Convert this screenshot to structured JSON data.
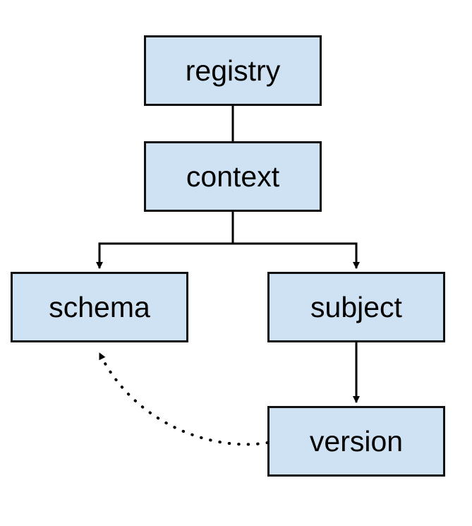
{
  "diagram": {
    "type": "entity-hierarchy",
    "background_color": "#ffffff",
    "node_fill_color": "#cfe2f3",
    "node_stroke_color": "#101010",
    "edge_color": "#000000",
    "text_color": "#000000",
    "nodes": [
      {
        "id": "registry",
        "label": "registry"
      },
      {
        "id": "context",
        "label": "context"
      },
      {
        "id": "schema",
        "label": "schema"
      },
      {
        "id": "subject",
        "label": "subject"
      },
      {
        "id": "version",
        "label": "version"
      }
    ],
    "edges": [
      {
        "from": "registry",
        "to": "context",
        "style": "solid",
        "arrow": false
      },
      {
        "from": "context",
        "to": "schema",
        "style": "solid",
        "arrow": true
      },
      {
        "from": "context",
        "to": "subject",
        "style": "solid",
        "arrow": true
      },
      {
        "from": "subject",
        "to": "version",
        "style": "solid",
        "arrow": true
      },
      {
        "from": "version",
        "to": "schema",
        "style": "dotted",
        "arrow": true
      }
    ]
  }
}
